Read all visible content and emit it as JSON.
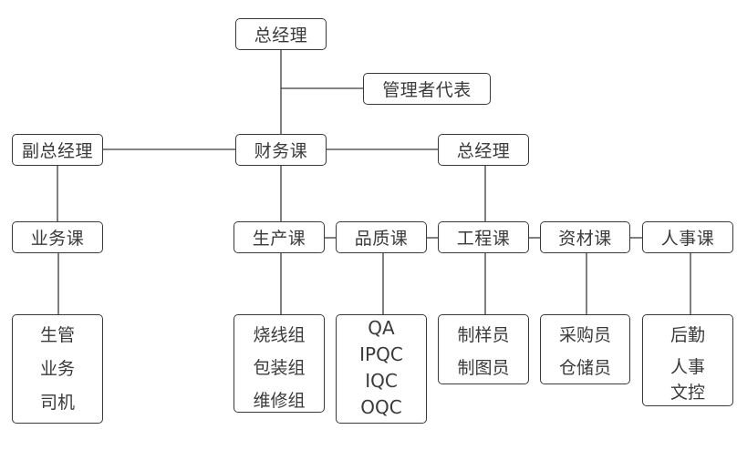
{
  "chart_data": {
    "type": "org-chart",
    "nodes": {
      "gm_top": {
        "label": "总经理"
      },
      "mgmt_rep": {
        "label": "管理者代表"
      },
      "deputy_gm": {
        "label": "副总经理"
      },
      "finance": {
        "label": "财务课"
      },
      "gm_right": {
        "label": "总经理"
      },
      "sales": {
        "label": "业务课"
      },
      "production": {
        "label": "生产课"
      },
      "quality": {
        "label": "品质课"
      },
      "engineering": {
        "label": "工程课"
      },
      "materials": {
        "label": "资材课"
      },
      "hr": {
        "label": "人事课"
      }
    },
    "leaves": {
      "sales": [
        "生管",
        "业务",
        "司机"
      ],
      "production": [
        "烧线组",
        "包装组",
        "维修组"
      ],
      "quality": [
        "QA",
        "IPQC",
        "IQC",
        "OQC"
      ],
      "engineering": [
        "制样员",
        "制图员"
      ],
      "materials": [
        "采购员",
        "仓储员"
      ],
      "hr": [
        "后勤",
        "人事",
        "文控"
      ]
    },
    "edges": [
      [
        "gm_top",
        "mgmt_rep"
      ],
      [
        "gm_top",
        "finance"
      ],
      [
        "finance",
        "deputy_gm"
      ],
      [
        "finance",
        "gm_right"
      ],
      [
        "deputy_gm",
        "sales"
      ],
      [
        "finance",
        "production"
      ],
      [
        "production",
        "quality"
      ],
      [
        "quality",
        "engineering"
      ],
      [
        "gm_right",
        "engineering"
      ],
      [
        "engineering",
        "materials"
      ],
      [
        "materials",
        "hr"
      ],
      [
        "sales",
        "sales_leaves"
      ],
      [
        "production",
        "production_leaves"
      ],
      [
        "quality",
        "quality_leaves"
      ],
      [
        "engineering",
        "engineering_leaves"
      ],
      [
        "materials",
        "materials_leaves"
      ],
      [
        "hr",
        "hr_leaves"
      ]
    ]
  }
}
